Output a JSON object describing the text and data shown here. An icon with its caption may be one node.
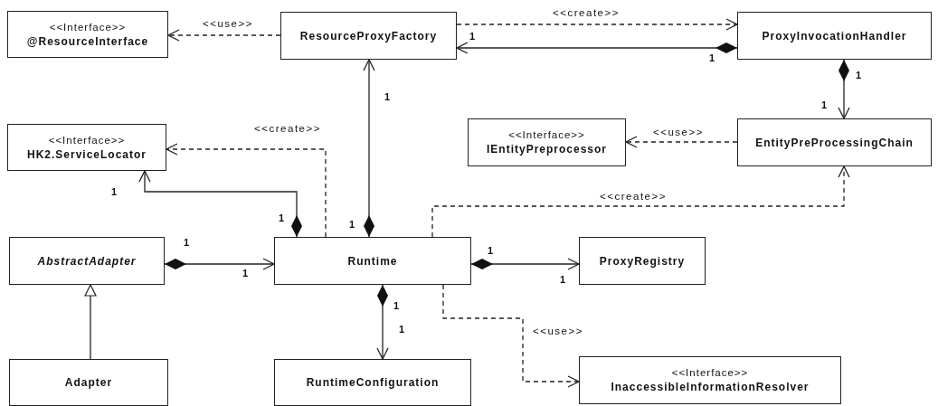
{
  "diagram": {
    "nodes": [
      {
        "text": [
          "<<Interface>>",
          "@ResourceInterface"
        ]
      },
      {
        "text": [
          "ResourceProxyFactory"
        ]
      },
      {
        "text": [
          "ProxyInvocationHandler"
        ]
      },
      {
        "text": [
          "<<Interface>>",
          "HK2.ServiceLocator"
        ]
      },
      {
        "text": [
          "<<Interface>>",
          "IEntityPreprocessor"
        ]
      },
      {
        "text": [
          "EntityPreProcessingChain"
        ]
      },
      {
        "text": [
          "AbstractAdapter"
        ]
      },
      {
        "text": [
          "Runtime"
        ]
      },
      {
        "text": [
          "ProxyRegistry"
        ]
      },
      {
        "text": [
          "Adapter"
        ]
      },
      {
        "text": [
          "RuntimeConfiguration"
        ]
      },
      {
        "text": [
          "<<Interface>>",
          "InaccessibleInformationResolver"
        ]
      }
    ],
    "edges": [
      {
        "from": 1,
        "to": 0,
        "arrow": "to",
        "label": "<<use>>",
        "style": "dashed"
      },
      {
        "from": 1,
        "to": 2,
        "arrow": "to",
        "label": "<<create>>",
        "style": "dashed"
      },
      {
        "from": 2,
        "to": 1,
        "arrow": "to"
      },
      {
        "from": 2,
        "to": 5,
        "arrow": "to"
      },
      {
        "from": 5,
        "to": 4,
        "arrow": "to",
        "label": "<<use>>",
        "style": "dashed"
      },
      {
        "from": 7,
        "to": 1,
        "arrow": "to"
      },
      {
        "from": 7,
        "to": 3,
        "arrow": "to"
      },
      {
        "from": 7,
        "to": 3,
        "arrow": "to",
        "label": "<<create>>",
        "style": "dashed"
      },
      {
        "from": 7,
        "to": 5,
        "arrow": "to",
        "label": "<<create>>",
        "style": "dashed"
      },
      {
        "from": 6,
        "to": 7,
        "arrow": "to"
      },
      {
        "from": 7,
        "to": 8,
        "arrow": "to"
      },
      {
        "from": 7,
        "to": 10,
        "arrow": "to"
      },
      {
        "from": 7,
        "to": 11,
        "arrow": "to",
        "label": "<<use>>",
        "style": "dashed"
      },
      {
        "from": 9,
        "to": 6,
        "arrow": "to"
      }
    ],
    "labels": [
      "1",
      "1",
      "1",
      "1",
      "1",
      "1",
      "1",
      "1",
      "1",
      "1",
      "1",
      "1",
      "1",
      "1"
    ]
  }
}
